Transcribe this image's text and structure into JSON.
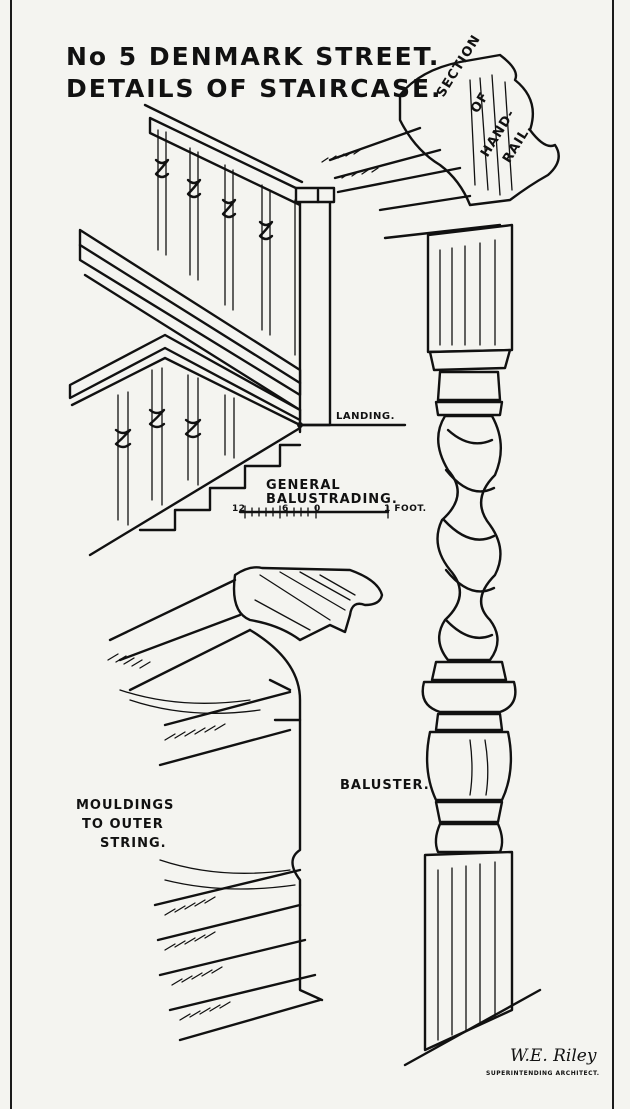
{
  "drawing": {
    "title_line1": "No 5 DENMARK STREET.",
    "title_line2": "DETAILS OF STAIRCASE.",
    "handrail_label": [
      "SECTION",
      "OF",
      "HAND-",
      "RAIL."
    ],
    "landing_label": "LANDING.",
    "balustrading_line1": "GENERAL",
    "balustrading_line2": "BALUSTRADING.",
    "scale_start": "12",
    "scale_mid": "6",
    "scale_zero": "0",
    "scale_end": "1 FOOT.",
    "baluster_label": "BALUSTER.",
    "mouldings_line1": "MOULDINGS",
    "mouldings_line2": "TO OUTER",
    "mouldings_line3": "STRING.",
    "signature": "W.E. Riley",
    "signature_title": "SUPERINTENDING ARCHITECT."
  },
  "colors": {
    "ink": "#111111",
    "paper": "#f4f4f0"
  }
}
